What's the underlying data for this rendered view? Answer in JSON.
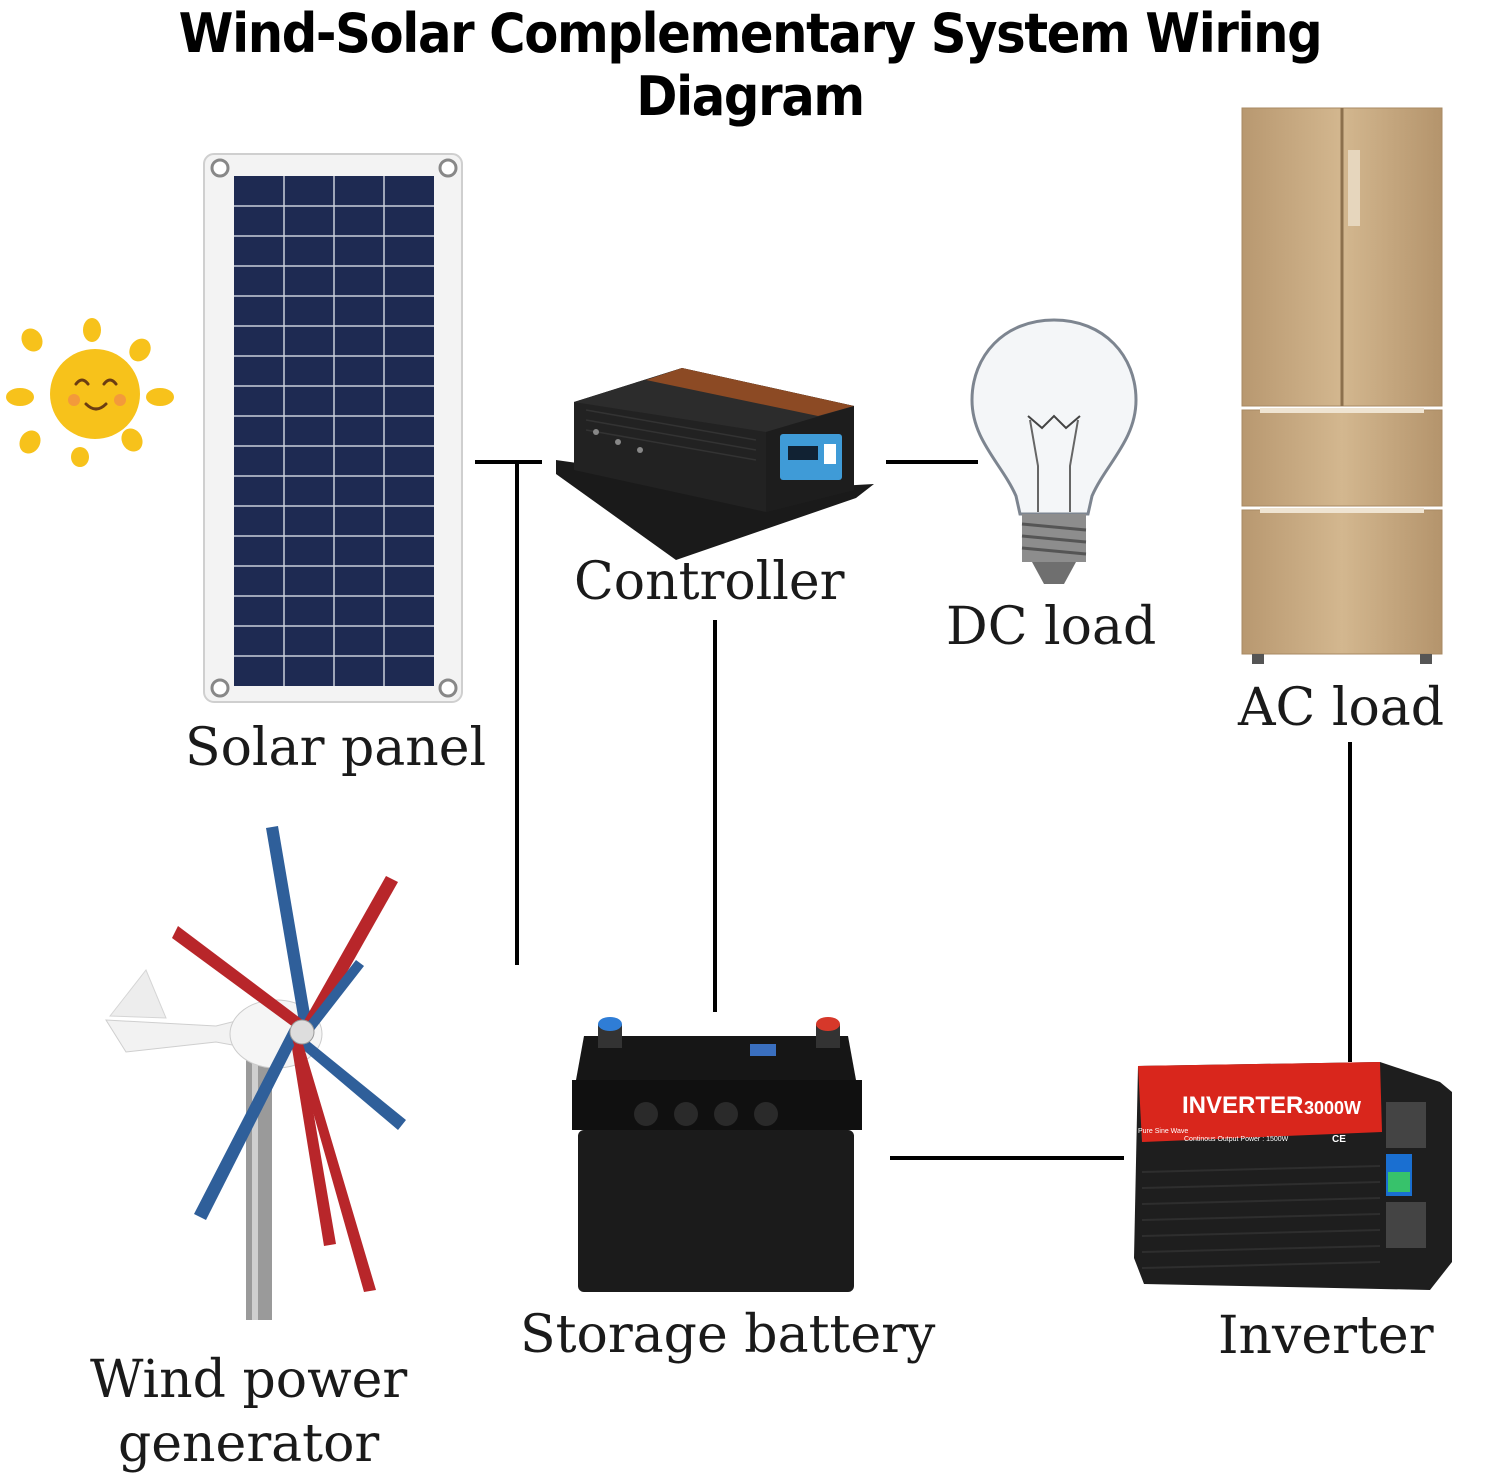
{
  "title": "Wind-Solar Complementary System Wiring Diagram",
  "labels": {
    "solar_panel": "Solar panel",
    "controller": "Controller",
    "dc_load": "DC load",
    "ac_load": "AC load",
    "wind_generator_line1": "Wind power",
    "wind_generator_line2": "generator",
    "storage_battery": "Storage battery",
    "inverter": "Inverter"
  },
  "inverter_face": {
    "brand": "INVERTER",
    "rating": "3000W",
    "wave": "Pure Sine Wave",
    "continuous": "Continous Output Power : 1500W",
    "marks": "CE"
  },
  "colors": {
    "wire": "#000000",
    "solar_cell": "#1f2c55",
    "sun": "#f7c21b",
    "blade_red": "#b8262a",
    "blade_blue": "#2f5f9a",
    "fridge": "#c6a77f",
    "inverter_red": "#d9261c",
    "battery": "#1b1b1b"
  }
}
